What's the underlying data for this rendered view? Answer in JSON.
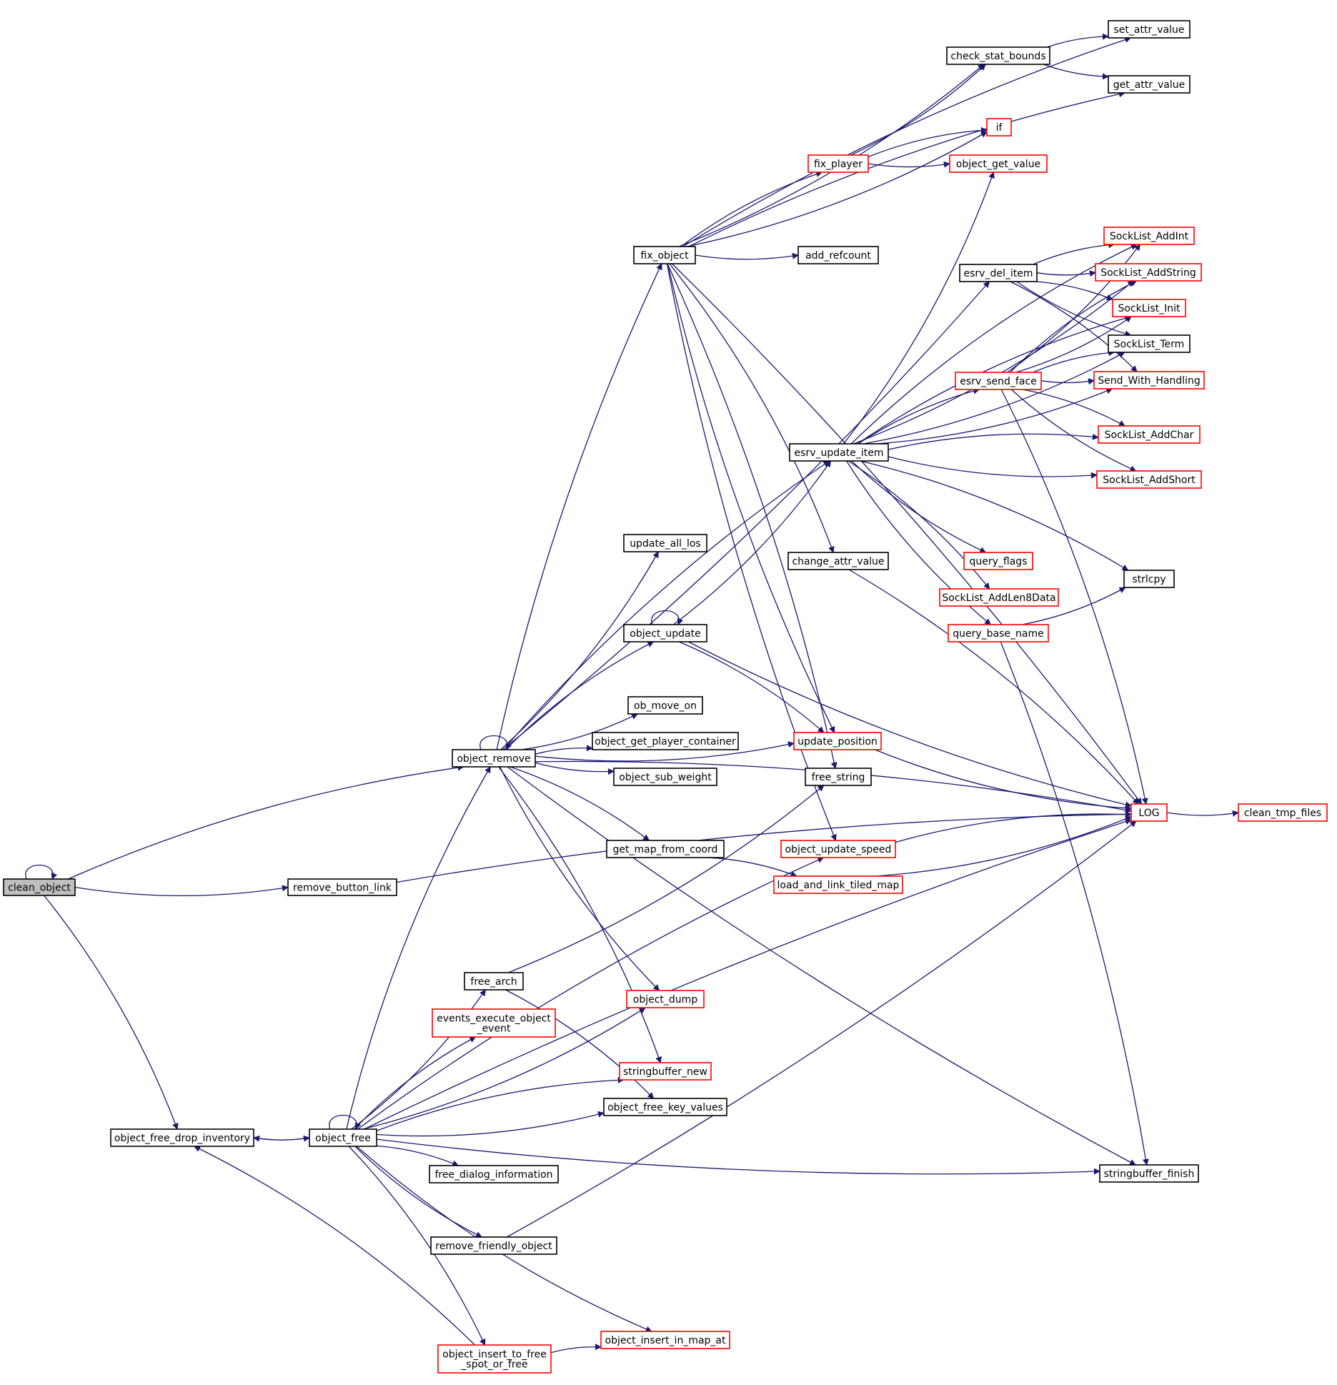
{
  "diagram_title": "",
  "colors": {
    "edge": "#191970",
    "node_border_normal": "#000000",
    "node_border_external": "#ff0000",
    "node_fill_focus": "#bfbfbf",
    "node_fill": "#ffffff"
  },
  "nodes": [
    {
      "id": "clean_object",
      "lines": [
        "clean_object"
      ],
      "style": "focus"
    },
    {
      "id": "object_remove",
      "lines": [
        "object_remove"
      ],
      "style": "normal"
    },
    {
      "id": "remove_button_link",
      "lines": [
        "remove_button_link"
      ],
      "style": "normal"
    },
    {
      "id": "object_free_drop_inventory",
      "lines": [
        "object_free_drop_inventory"
      ],
      "style": "normal"
    },
    {
      "id": "object_free",
      "lines": [
        "object_free"
      ],
      "style": "normal"
    },
    {
      "id": "fix_object",
      "lines": [
        "fix_object"
      ],
      "style": "normal"
    },
    {
      "id": "update_all_los",
      "lines": [
        "update_all_los"
      ],
      "style": "normal"
    },
    {
      "id": "object_update",
      "lines": [
        "object_update"
      ],
      "style": "normal"
    },
    {
      "id": "ob_move_on",
      "lines": [
        "ob_move_on"
      ],
      "style": "normal"
    },
    {
      "id": "object_get_player_container",
      "lines": [
        "object_get_player_container"
      ],
      "style": "normal"
    },
    {
      "id": "object_sub_weight",
      "lines": [
        "object_sub_weight"
      ],
      "style": "normal"
    },
    {
      "id": "get_map_from_coord",
      "lines": [
        "get_map_from_coord"
      ],
      "style": "normal"
    },
    {
      "id": "free_arch",
      "lines": [
        "free_arch"
      ],
      "style": "normal"
    },
    {
      "id": "events_execute_object_event",
      "lines": [
        "events_execute_object",
        "_event"
      ],
      "style": "external"
    },
    {
      "id": "object_dump",
      "lines": [
        "object_dump"
      ],
      "style": "external"
    },
    {
      "id": "stringbuffer_new",
      "lines": [
        "stringbuffer_new"
      ],
      "style": "external"
    },
    {
      "id": "object_free_key_values",
      "lines": [
        "object_free_key_values"
      ],
      "style": "normal"
    },
    {
      "id": "free_dialog_information",
      "lines": [
        "free_dialog_information"
      ],
      "style": "normal"
    },
    {
      "id": "remove_friendly_object",
      "lines": [
        "remove_friendly_object"
      ],
      "style": "normal"
    },
    {
      "id": "object_insert_to_free_spot_or_free",
      "lines": [
        "object_insert_to_free",
        "_spot_or_free"
      ],
      "style": "external"
    },
    {
      "id": "object_insert_in_map_at",
      "lines": [
        "object_insert_in_map_at"
      ],
      "style": "external"
    },
    {
      "id": "fix_player",
      "lines": [
        "fix_player"
      ],
      "style": "external"
    },
    {
      "id": "add_refcount",
      "lines": [
        "add_refcount"
      ],
      "style": "normal"
    },
    {
      "id": "esrv_update_item",
      "lines": [
        "esrv_update_item"
      ],
      "style": "normal"
    },
    {
      "id": "change_attr_value",
      "lines": [
        "change_attr_value"
      ],
      "style": "normal"
    },
    {
      "id": "update_position",
      "lines": [
        "update_position"
      ],
      "style": "external"
    },
    {
      "id": "free_string",
      "lines": [
        "free_string"
      ],
      "style": "normal"
    },
    {
      "id": "object_update_speed",
      "lines": [
        "object_update_speed"
      ],
      "style": "external"
    },
    {
      "id": "load_and_link_tiled_map",
      "lines": [
        "load_and_link_tiled_map"
      ],
      "style": "external"
    },
    {
      "id": "check_stat_bounds",
      "lines": [
        "check_stat_bounds"
      ],
      "style": "normal"
    },
    {
      "id": "if",
      "lines": [
        "if"
      ],
      "style": "external"
    },
    {
      "id": "object_get_value",
      "lines": [
        "object_get_value"
      ],
      "style": "external"
    },
    {
      "id": "esrv_del_item",
      "lines": [
        "esrv_del_item"
      ],
      "style": "normal"
    },
    {
      "id": "esrv_send_face",
      "lines": [
        "esrv_send_face"
      ],
      "style": "external"
    },
    {
      "id": "query_flags",
      "lines": [
        "query_flags"
      ],
      "style": "external"
    },
    {
      "id": "SockList_AddLen8Data",
      "lines": [
        "SockList_AddLen8Data"
      ],
      "style": "external"
    },
    {
      "id": "query_base_name",
      "lines": [
        "query_base_name"
      ],
      "style": "external"
    },
    {
      "id": "set_attr_value",
      "lines": [
        "set_attr_value"
      ],
      "style": "normal"
    },
    {
      "id": "get_attr_value",
      "lines": [
        "get_attr_value"
      ],
      "style": "normal"
    },
    {
      "id": "SockList_AddInt",
      "lines": [
        "SockList_AddInt"
      ],
      "style": "external"
    },
    {
      "id": "SockList_AddString",
      "lines": [
        "SockList_AddString"
      ],
      "style": "external"
    },
    {
      "id": "SockList_Init",
      "lines": [
        "SockList_Init"
      ],
      "style": "external"
    },
    {
      "id": "SockList_Term",
      "lines": [
        "SockList_Term"
      ],
      "style": "normal"
    },
    {
      "id": "Send_With_Handling",
      "lines": [
        "Send_With_Handling"
      ],
      "style": "external"
    },
    {
      "id": "SockList_AddChar",
      "lines": [
        "SockList_AddChar"
      ],
      "style": "external"
    },
    {
      "id": "SockList_AddShort",
      "lines": [
        "SockList_AddShort"
      ],
      "style": "external"
    },
    {
      "id": "strlcpy",
      "lines": [
        "strlcpy"
      ],
      "style": "normal"
    },
    {
      "id": "LOG",
      "lines": [
        "LOG"
      ],
      "style": "external"
    },
    {
      "id": "clean_tmp_files",
      "lines": [
        "clean_tmp_files"
      ],
      "style": "external"
    },
    {
      "id": "stringbuffer_finish",
      "lines": [
        "stringbuffer_finish"
      ],
      "style": "normal"
    }
  ],
  "edges": [
    [
      "clean_object",
      "clean_object"
    ],
    [
      "clean_object",
      "object_remove"
    ],
    [
      "clean_object",
      "remove_button_link"
    ],
    [
      "clean_object",
      "object_free_drop_inventory"
    ],
    [
      "object_free_drop_inventory",
      "object_free"
    ],
    [
      "object_free",
      "object_free_drop_inventory"
    ],
    [
      "object_free",
      "object_free"
    ],
    [
      "object_free",
      "object_remove"
    ],
    [
      "object_free",
      "free_arch"
    ],
    [
      "object_free",
      "events_execute_object_event"
    ],
    [
      "object_free",
      "object_dump"
    ],
    [
      "object_free",
      "stringbuffer_new"
    ],
    [
      "object_free",
      "object_free_key_values"
    ],
    [
      "object_free",
      "free_dialog_information"
    ],
    [
      "object_free",
      "remove_friendly_object"
    ],
    [
      "object_free",
      "object_insert_to_free_spot_or_free"
    ],
    [
      "object_free",
      "object_insert_in_map_at"
    ],
    [
      "object_free",
      "LOG"
    ],
    [
      "object_free",
      "stringbuffer_finish"
    ],
    [
      "object_free",
      "object_update_speed"
    ],
    [
      "object_insert_to_free_spot_or_free",
      "object_free_drop_inventory"
    ],
    [
      "object_insert_to_free_spot_or_free",
      "object_insert_in_map_at"
    ],
    [
      "free_arch",
      "free_string"
    ],
    [
      "free_arch",
      "object_free_key_values"
    ],
    [
      "remove_friendly_object",
      "LOG"
    ],
    [
      "remove_button_link",
      "LOG"
    ],
    [
      "object_remove",
      "object_remove"
    ],
    [
      "object_remove",
      "fix_object"
    ],
    [
      "object_remove",
      "update_all_los"
    ],
    [
      "object_remove",
      "object_update"
    ],
    [
      "object_remove",
      "ob_move_on"
    ],
    [
      "object_remove",
      "object_get_player_container"
    ],
    [
      "object_remove",
      "object_sub_weight"
    ],
    [
      "object_remove",
      "get_map_from_coord"
    ],
    [
      "object_remove",
      "object_dump"
    ],
    [
      "object_remove",
      "stringbuffer_new"
    ],
    [
      "object_remove",
      "esrv_del_item"
    ],
    [
      "object_remove",
      "esrv_update_item"
    ],
    [
      "object_remove",
      "update_position"
    ],
    [
      "object_remove",
      "LOG"
    ],
    [
      "object_remove",
      "stringbuffer_finish"
    ],
    [
      "object_update",
      "object_update"
    ],
    [
      "object_update",
      "esrv_update_item"
    ],
    [
      "object_update",
      "update_position"
    ],
    [
      "object_update",
      "LOG"
    ],
    [
      "get_map_from_coord",
      "load_and_link_tiled_map"
    ],
    [
      "load_and_link_tiled_map",
      "LOG"
    ],
    [
      "object_update_speed",
      "LOG"
    ],
    [
      "update_position",
      "LOG"
    ],
    [
      "fix_object",
      "set_attr_value"
    ],
    [
      "fix_object",
      "check_stat_bounds"
    ],
    [
      "fix_object",
      "get_attr_value"
    ],
    [
      "fix_object",
      "if"
    ],
    [
      "fix_object",
      "fix_player"
    ],
    [
      "fix_object",
      "add_refcount"
    ],
    [
      "fix_object",
      "change_attr_value"
    ],
    [
      "fix_object",
      "update_position"
    ],
    [
      "fix_object",
      "free_string"
    ],
    [
      "fix_object",
      "object_update_speed"
    ],
    [
      "fix_object",
      "LOG"
    ],
    [
      "fix_player",
      "check_stat_bounds"
    ],
    [
      "fix_player",
      "if"
    ],
    [
      "fix_player",
      "object_get_value"
    ],
    [
      "check_stat_bounds",
      "set_attr_value"
    ],
    [
      "check_stat_bounds",
      "get_attr_value"
    ],
    [
      "change_attr_value",
      "LOG"
    ],
    [
      "esrv_update_item",
      "object_get_value"
    ],
    [
      "esrv_update_item",
      "SockList_AddInt"
    ],
    [
      "esrv_update_item",
      "SockList_AddString"
    ],
    [
      "esrv_update_item",
      "SockList_Init"
    ],
    [
      "esrv_update_item",
      "SockList_Term"
    ],
    [
      "esrv_update_item",
      "esrv_send_face"
    ],
    [
      "esrv_update_item",
      "Send_With_Handling"
    ],
    [
      "esrv_update_item",
      "SockList_AddChar"
    ],
    [
      "esrv_update_item",
      "SockList_AddShort"
    ],
    [
      "esrv_update_item",
      "strlcpy"
    ],
    [
      "esrv_update_item",
      "query_flags"
    ],
    [
      "esrv_update_item",
      "SockList_AddLen8Data"
    ],
    [
      "esrv_update_item",
      "query_base_name"
    ],
    [
      "esrv_del_item",
      "SockList_AddInt"
    ],
    [
      "esrv_del_item",
      "SockList_AddString"
    ],
    [
      "esrv_del_item",
      "SockList_Init"
    ],
    [
      "esrv_del_item",
      "SockList_Term"
    ],
    [
      "esrv_del_item",
      "Send_With_Handling"
    ],
    [
      "esrv_send_face",
      "SockList_AddInt"
    ],
    [
      "esrv_send_face",
      "SockList_AddString"
    ],
    [
      "esrv_send_face",
      "SockList_Init"
    ],
    [
      "esrv_send_face",
      "SockList_Term"
    ],
    [
      "esrv_send_face",
      "Send_With_Handling"
    ],
    [
      "esrv_send_face",
      "SockList_AddChar"
    ],
    [
      "esrv_send_face",
      "SockList_AddShort"
    ],
    [
      "esrv_send_face",
      "LOG"
    ],
    [
      "query_base_name",
      "strlcpy"
    ],
    [
      "query_base_name",
      "stringbuffer_finish"
    ],
    [
      "LOG",
      "clean_tmp_files"
    ]
  ]
}
